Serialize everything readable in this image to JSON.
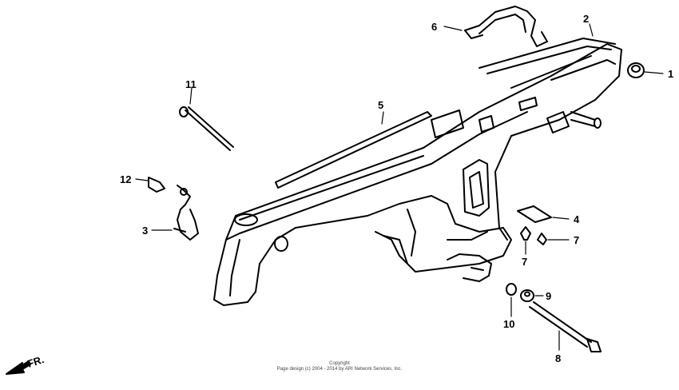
{
  "callouts": {
    "p1": "1",
    "p2": "2",
    "p3": "3",
    "p4": "4",
    "p5": "5",
    "p6": "6",
    "p7a": "7",
    "p7b": "7",
    "p8": "8",
    "p9": "9",
    "p10": "10",
    "p11": "11",
    "p12": "12"
  },
  "direction_label": "FR.",
  "copyright": {
    "line1": "Copyright",
    "line2": "Page design (c) 2004 - 2014 by ARI Network Services, Inc."
  }
}
